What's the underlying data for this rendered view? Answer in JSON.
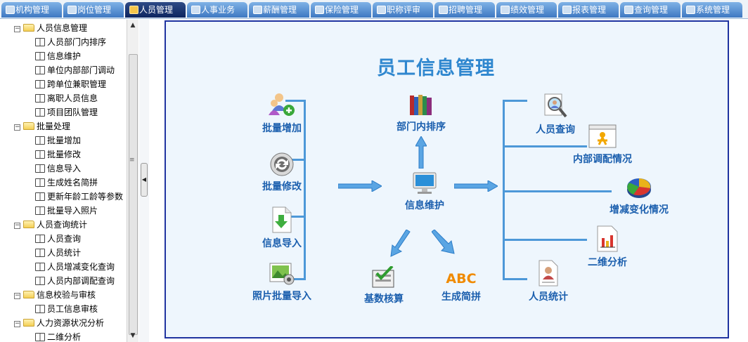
{
  "tabs": [
    {
      "label": "机构管理",
      "icon": "organization-icon",
      "active": false
    },
    {
      "label": "岗位管理",
      "icon": "pencil-icon",
      "active": false
    },
    {
      "label": "人员管理",
      "icon": "person-icon",
      "active": true
    },
    {
      "label": "人事业务",
      "icon": "flag-icon",
      "active": false
    },
    {
      "label": "薪酬管理",
      "icon": "money-icon",
      "active": false
    },
    {
      "label": "保险管理",
      "icon": "folder-icon",
      "active": false
    },
    {
      "label": "职称评审",
      "icon": "folder-icon",
      "active": false
    },
    {
      "label": "招聘管理",
      "icon": "recruit-icon",
      "active": false
    },
    {
      "label": "绩效管理",
      "icon": "grid-icon",
      "active": false
    },
    {
      "label": "报表管理",
      "icon": "report-icon",
      "active": false
    },
    {
      "label": "查询管理",
      "icon": "magnifier-icon",
      "active": false
    },
    {
      "label": "系统管理",
      "icon": "settings-icon",
      "active": false
    }
  ],
  "tree": {
    "groups": [
      {
        "label": "人员信息管理",
        "items": [
          "人员部门内排序",
          "信息维护",
          "单位内部部门调动",
          "跨单位兼职管理",
          "离职人员信息",
          "项目团队管理"
        ]
      },
      {
        "label": "批量处理",
        "items": [
          "批量增加",
          "批量修改",
          "信息导入",
          "生成姓名简拼",
          "更新年龄工龄等参数",
          "批量导入照片"
        ]
      },
      {
        "label": "人员查询统计",
        "items": [
          "人员查询",
          "人员统计",
          "人员增减变化查询",
          "人员内部调配查询"
        ]
      },
      {
        "label": "信息校验与审核",
        "items": [
          "员工信息审核"
        ]
      },
      {
        "label": "人力资源状况分析",
        "items": [
          "二维分析"
        ]
      }
    ]
  },
  "main": {
    "title": "员工信息管理",
    "left_items": [
      "批量增加",
      "批量修改",
      "信息导入",
      "照片批量导入"
    ],
    "center_top": "部门内排序",
    "center": "信息维护",
    "bottom_left": "基数核算",
    "bottom_right": "生成简拼",
    "abc_text": "ABC",
    "right_items": [
      "人员查询",
      "内部调配情况",
      "增减变化情况",
      "二维分析",
      "人员统计"
    ]
  },
  "colors": {
    "frame": "#1f33a0",
    "label": "#1b5fae",
    "title": "#2f87cf",
    "line": "#4d98d8",
    "panel_bg": "#eef6fd"
  }
}
